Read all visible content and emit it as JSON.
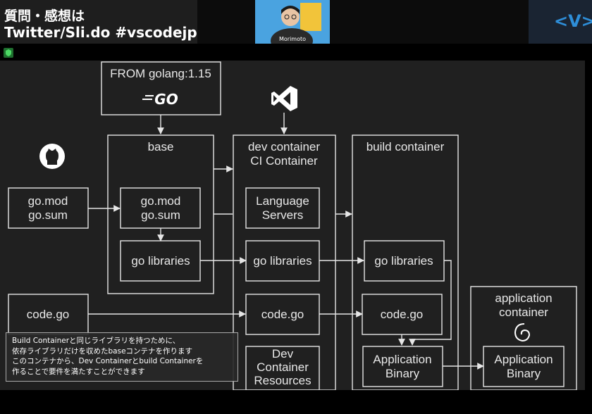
{
  "banner": {
    "line1": "質問・感想は",
    "line2": "Twitter/Sli.do #vscodejp"
  },
  "camera": {
    "name": "Morimoto"
  },
  "logo": {
    "text": "<V>"
  },
  "colors": {
    "slide_bg": "#202020",
    "stroke": "#e6e6e6",
    "accent": "#2e8ed8"
  },
  "diagram": {
    "from_label": "FROM golang:1.15",
    "go_logo": "GO",
    "base_title": "base",
    "dev_title_1": "dev container",
    "dev_title_2": "CI Container",
    "build_title": "build container",
    "app_title_1": "application",
    "app_title_2": "container",
    "gomod_1": "go.mod",
    "gomod_2": "go.sum",
    "codego": "code.go",
    "go_libraries": "go libraries",
    "lang_1": "Language",
    "lang_2": "Servers",
    "devres_1": "Dev",
    "devres_2": "Container",
    "devres_3": "Resources",
    "appbin_1": "Application",
    "appbin_2": "Binary"
  },
  "caption": {
    "line1": "Build Containerと同じライブラリを持つために、",
    "line2": "依存ライブラリだけを収めたbaseコンテナを作ります",
    "line3": "このコンテナから、Dev Containerとbuild Containerを",
    "line4": "作ることで要件を満たすことができます"
  }
}
